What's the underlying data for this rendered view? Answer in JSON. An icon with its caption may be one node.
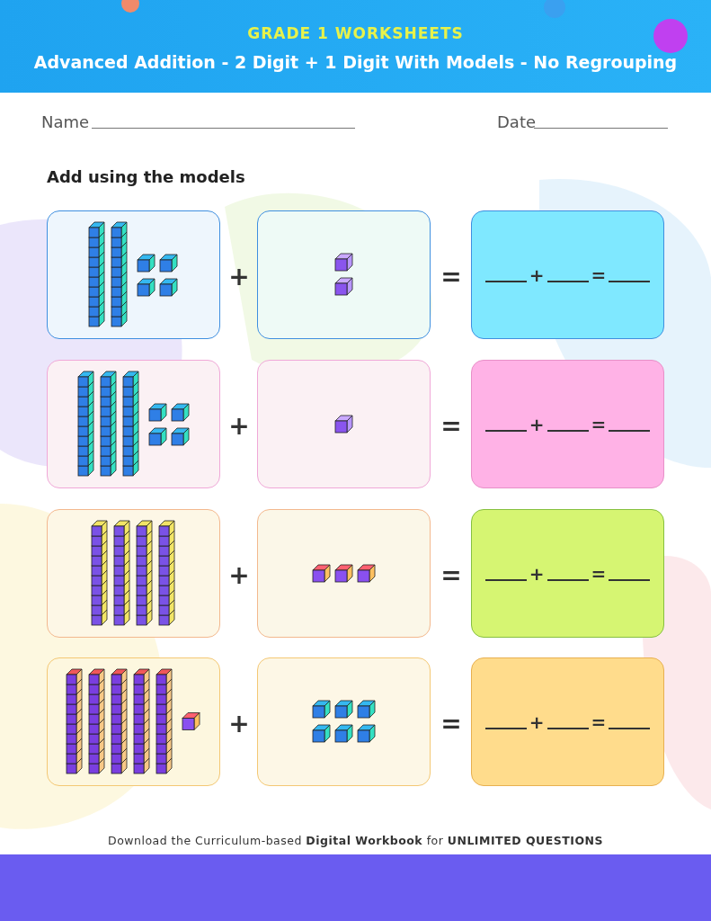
{
  "diagram": {
    "title": "Advanced Addition - 2 Digit + 1 Digit With Models - No Regrouping",
    "nodes": [
      {
        "text": [],
        "shape": "picture"
      },
      {
        "text": [],
        "shape": "picture"
      },
      {
        "text": [
          "+",
          "="
        ]
      },
      {
        "text": [],
        "shape": "picture"
      },
      {
        "text": [],
        "shape": "picture"
      },
      {
        "text": [
          "+",
          "="
        ]
      },
      {
        "text": [],
        "shape": "picture"
      },
      {
        "text": [],
        "shape": "picture"
      },
      {
        "text": [
          "+",
          "="
        ]
      },
      {
        "text": [],
        "shape": "picture"
      },
      {
        "text": [],
        "shape": "picture"
      },
      {
        "text": [
          "+",
          "="
        ]
      }
    ],
    "edges": [],
    "labels": [
      "GRADE 1 WORKSHEETS",
      "Name",
      "Date",
      "Add using the models",
      "+",
      "=",
      "+",
      "=",
      "+",
      "=",
      "+",
      "=",
      "Download the Curriculum-based **Digital Workbook** for **UNLIMITED QUESTIONS**"
    ]
  }
}
